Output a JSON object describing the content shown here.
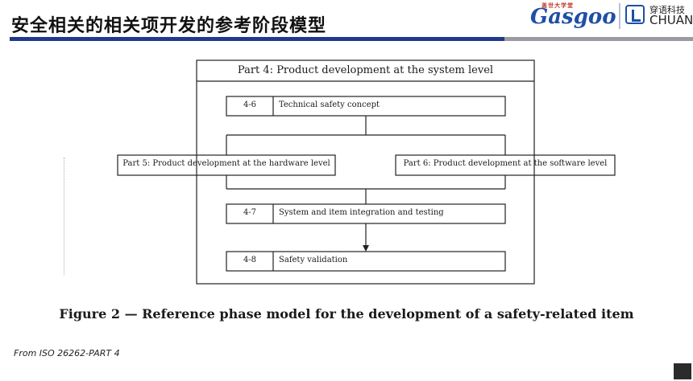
{
  "slide": {
    "title": "安全相关的相关项开发的参考阶段模型",
    "source_note": "From ISO 26262-PART 4"
  },
  "logos": {
    "gasgoo_top": "盖世大学堂",
    "gasgoo_brand": "Gasgoo",
    "chuan_cn": "穿语科技",
    "chuan_en": "CHUAN"
  },
  "diagram": {
    "outer_header": "Part 4: Product development at the system level",
    "phases": [
      {
        "num": "4-6",
        "label": "Technical safety concept"
      },
      {
        "num": "4-7",
        "label": "System and item integration and testing"
      },
      {
        "num": "4-8",
        "label": "Safety validation"
      }
    ],
    "part5": "Part 5: Product development at the hardware level",
    "part6": "Part 6: Product development at the software level",
    "caption": "Figure 2 — Reference phase model for the development of a safety-related item"
  },
  "colors": {
    "title_bar": "#1f3a8a",
    "title_bar_gray": "#9a9aa0",
    "line": "#222222"
  }
}
